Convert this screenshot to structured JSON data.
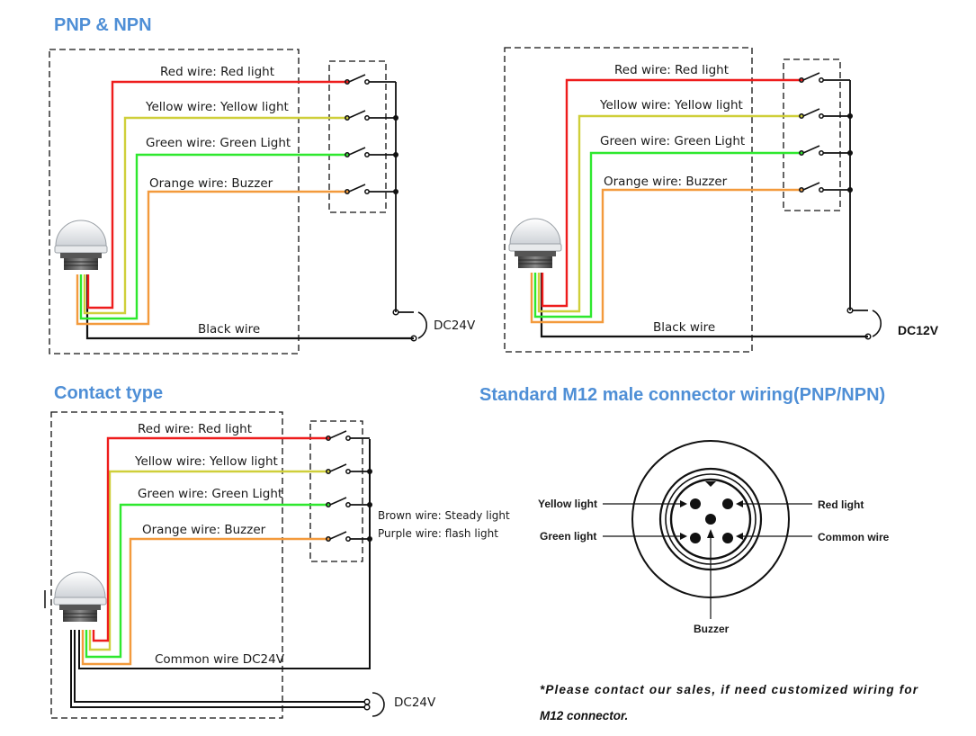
{
  "colors": {
    "heading": "#4f8fd6",
    "red": "#ee1c1c",
    "yellow": "#cfcf3a",
    "green": "#2ee82e",
    "orange": "#f39a3c",
    "black": "#111111"
  },
  "pnp_npn": {
    "title": "PNP & NPN",
    "left": {
      "red": "Red wire: Red light",
      "yellow": "Yellow wire: Yellow light",
      "green": "Green wire: Green Light",
      "orange": "Orange wire: Buzzer",
      "black": "Black wire",
      "voltage": "DC24V"
    },
    "right": {
      "red": "Red wire: Red light",
      "yellow": "Yellow wire: Yellow light",
      "green": "Green wire: Green Light",
      "orange": "Orange wire: Buzzer",
      "black": "Black wire",
      "voltage": "DC12V"
    }
  },
  "contact": {
    "title": "Contact type",
    "red": "Red wire: Red light",
    "yellow": "Yellow wire: Yellow light",
    "green": "Green wire: Green Light",
    "orange": "Orange wire: Buzzer",
    "brown": "Brown wire: Steady light",
    "purple": "Purple wire: flash light",
    "common": "Common wire DC24V",
    "voltage": "DC24V"
  },
  "m12": {
    "title": "Standard M12 male connector wiring(PNP/NPN)",
    "pins": {
      "yellow": "Yellow light",
      "red": "Red light",
      "green": "Green light",
      "common": "Common wire",
      "buzzer": "Buzzer"
    },
    "note_line1": "*Please contact our sales, if need customized wiring for",
    "note_line2": "M12 connector."
  }
}
